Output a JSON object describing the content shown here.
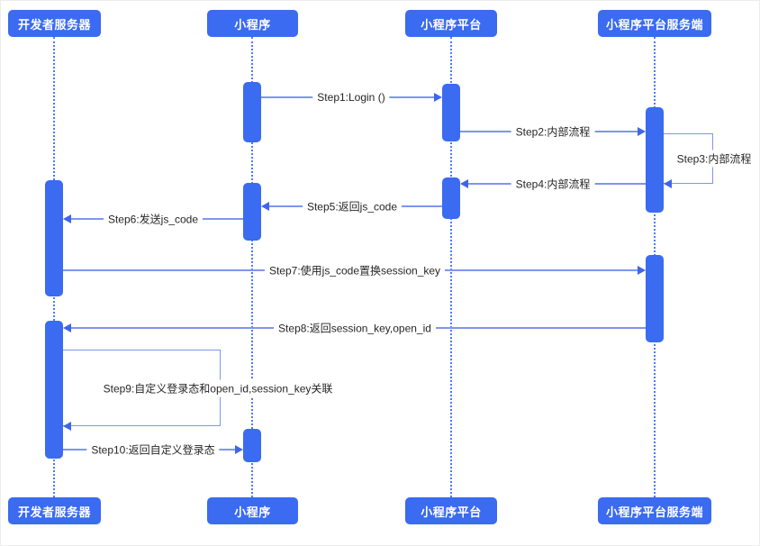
{
  "actors": [
    {
      "name": "开发者服务器"
    },
    {
      "name": "小程序"
    },
    {
      "name": "小程序平台"
    },
    {
      "name": "小程序平台服务端"
    }
  ],
  "messages": [
    {
      "label": "Step1:Login ()",
      "from": "小程序",
      "to": "小程序平台"
    },
    {
      "label": "Step2:内部流程",
      "from": "小程序平台",
      "to": "小程序平台服务端"
    },
    {
      "label": "Step3:内部流程",
      "from": "小程序平台服务端",
      "to": "小程序平台服务端",
      "type": "self-loop"
    },
    {
      "label": "Step4:内部流程",
      "from": "小程序平台服务端",
      "to": "小程序平台"
    },
    {
      "label": "Step5:返回js_code",
      "from": "小程序平台",
      "to": "小程序"
    },
    {
      "label": "Step6:发送js_code",
      "from": "小程序",
      "to": "开发者服务器"
    },
    {
      "label": "Step7:使用js_code置换session_key",
      "from": "开发者服务器",
      "to": "小程序平台服务端"
    },
    {
      "label": "Step8:返回session_key,open_id",
      "from": "小程序平台服务端",
      "to": "开发者服务器"
    },
    {
      "label": "Step9:自定义登录态和open_id,session_key关联",
      "from": "开发者服务器",
      "to": "开发者服务器",
      "type": "self-loop"
    },
    {
      "label": "Step10:返回自定义登录态",
      "from": "开发者服务器",
      "to": "小程序"
    }
  ],
  "colors": {
    "actor_fill": "#3a6bf0",
    "activation_fill": "#3a6bf0",
    "line": "#7e96ef",
    "arrowhead": "#4065ea",
    "lifeline": "#4d7cf3",
    "label_text": "#262626",
    "actor_text": "#ffffff"
  }
}
